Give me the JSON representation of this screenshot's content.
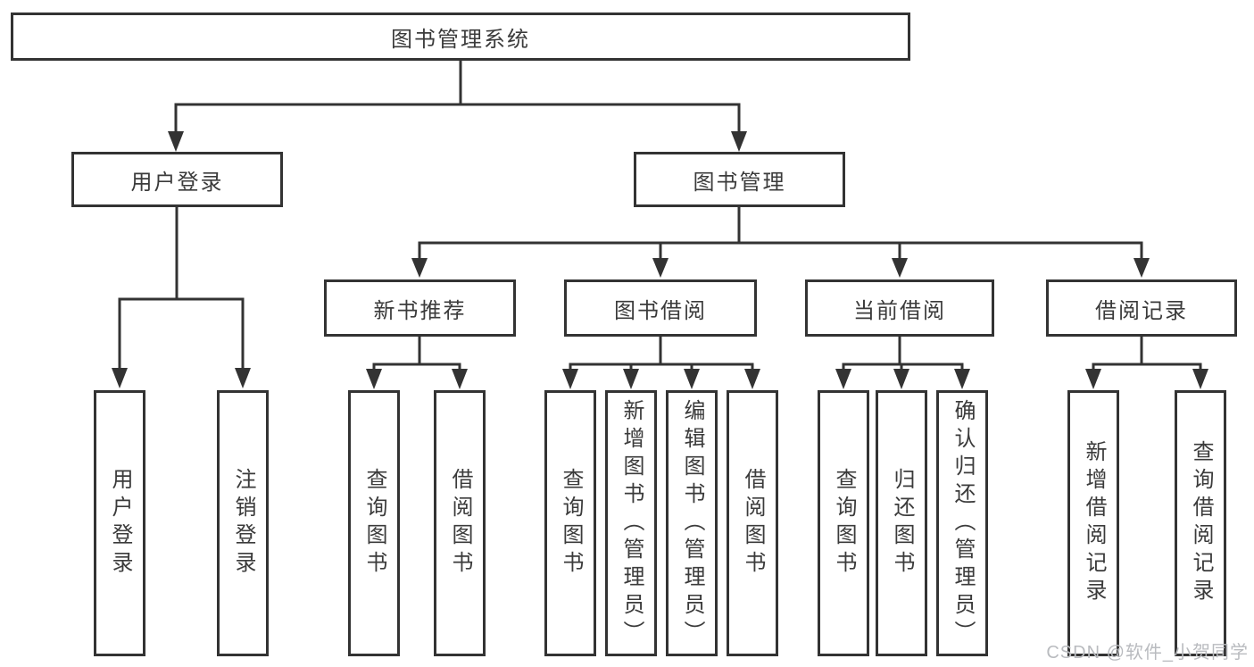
{
  "diagram": {
    "root": {
      "label": "图书管理系统"
    },
    "branches": [
      {
        "label": "用户登录",
        "children": [
          {
            "label": "用户登录"
          },
          {
            "label": "注销登录"
          }
        ]
      },
      {
        "label": "图书管理",
        "children": [
          {
            "label": "新书推荐",
            "children": [
              {
                "label": "查询图书"
              },
              {
                "label": "借阅图书"
              }
            ]
          },
          {
            "label": "图书借阅",
            "children": [
              {
                "label": "查询图书"
              },
              {
                "label": "新增图书（管理员）"
              },
              {
                "label": "编辑图书（管理员）"
              },
              {
                "label": "借阅图书"
              }
            ]
          },
          {
            "label": "当前借阅",
            "children": [
              {
                "label": "查询图书"
              },
              {
                "label": "归还图书"
              },
              {
                "label": "确认归还（管理员）"
              }
            ]
          },
          {
            "label": "借阅记录",
            "children": [
              {
                "label": "新增借阅记录"
              },
              {
                "label": "查询借阅记录"
              }
            ]
          }
        ]
      }
    ]
  },
  "watermark": {
    "text": "CSDN @软件_小贺同学"
  },
  "colors": {
    "line": "#333333",
    "box_border": "#333333",
    "text": "#3b3b3b",
    "watermark": "#b9bbbf",
    "background": "#ffffff"
  }
}
